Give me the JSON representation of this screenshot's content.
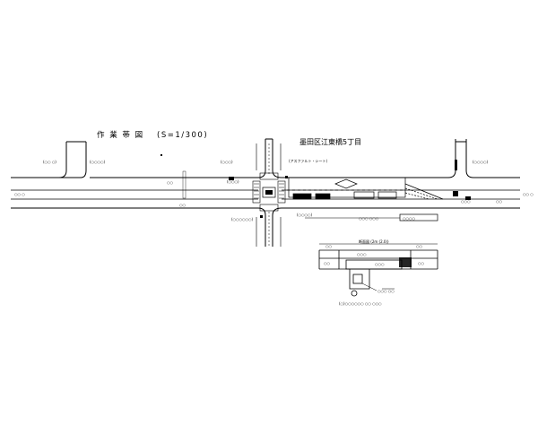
{
  "drawing": {
    "title": "作 業 帯 図",
    "scale": "(S=1/300)",
    "place_name": "墨田区江東橋5丁目"
  },
  "labels": {
    "left_block": "(○○ ○)",
    "side_left": "○○ ○",
    "side_right": "○○ ○",
    "north_left_road": "(○○○○)",
    "north_right_road": "(○○○)",
    "north_mid_road": "(○○○)",
    "street_top_right": "(○○○○)",
    "zone_label": "(アスファルト・シート)",
    "junction_note": "(○○○)",
    "lane_mark_left": "○○",
    "mid_road_left": "○○",
    "lane_mark_right": "○○",
    "south_road": "(○○○○○○)",
    "worksite_note": "(○○○○)",
    "bottom_note": "○○○ ○○○",
    "right_note": "○○○",
    "box_label": "○○○○",
    "inset_title": "断面図 (2m (2.0))",
    "inset_label_1": "○○",
    "inset_label_2": "○○",
    "inset_label_3": "○○○",
    "inset_label_4": "○○○",
    "inset_label_5": "○○",
    "inset_label_6": "○○",
    "inset_note": "(○)○○○○○○ ○○ ○○○",
    "inset_note_right": "○○○ ○○"
  }
}
